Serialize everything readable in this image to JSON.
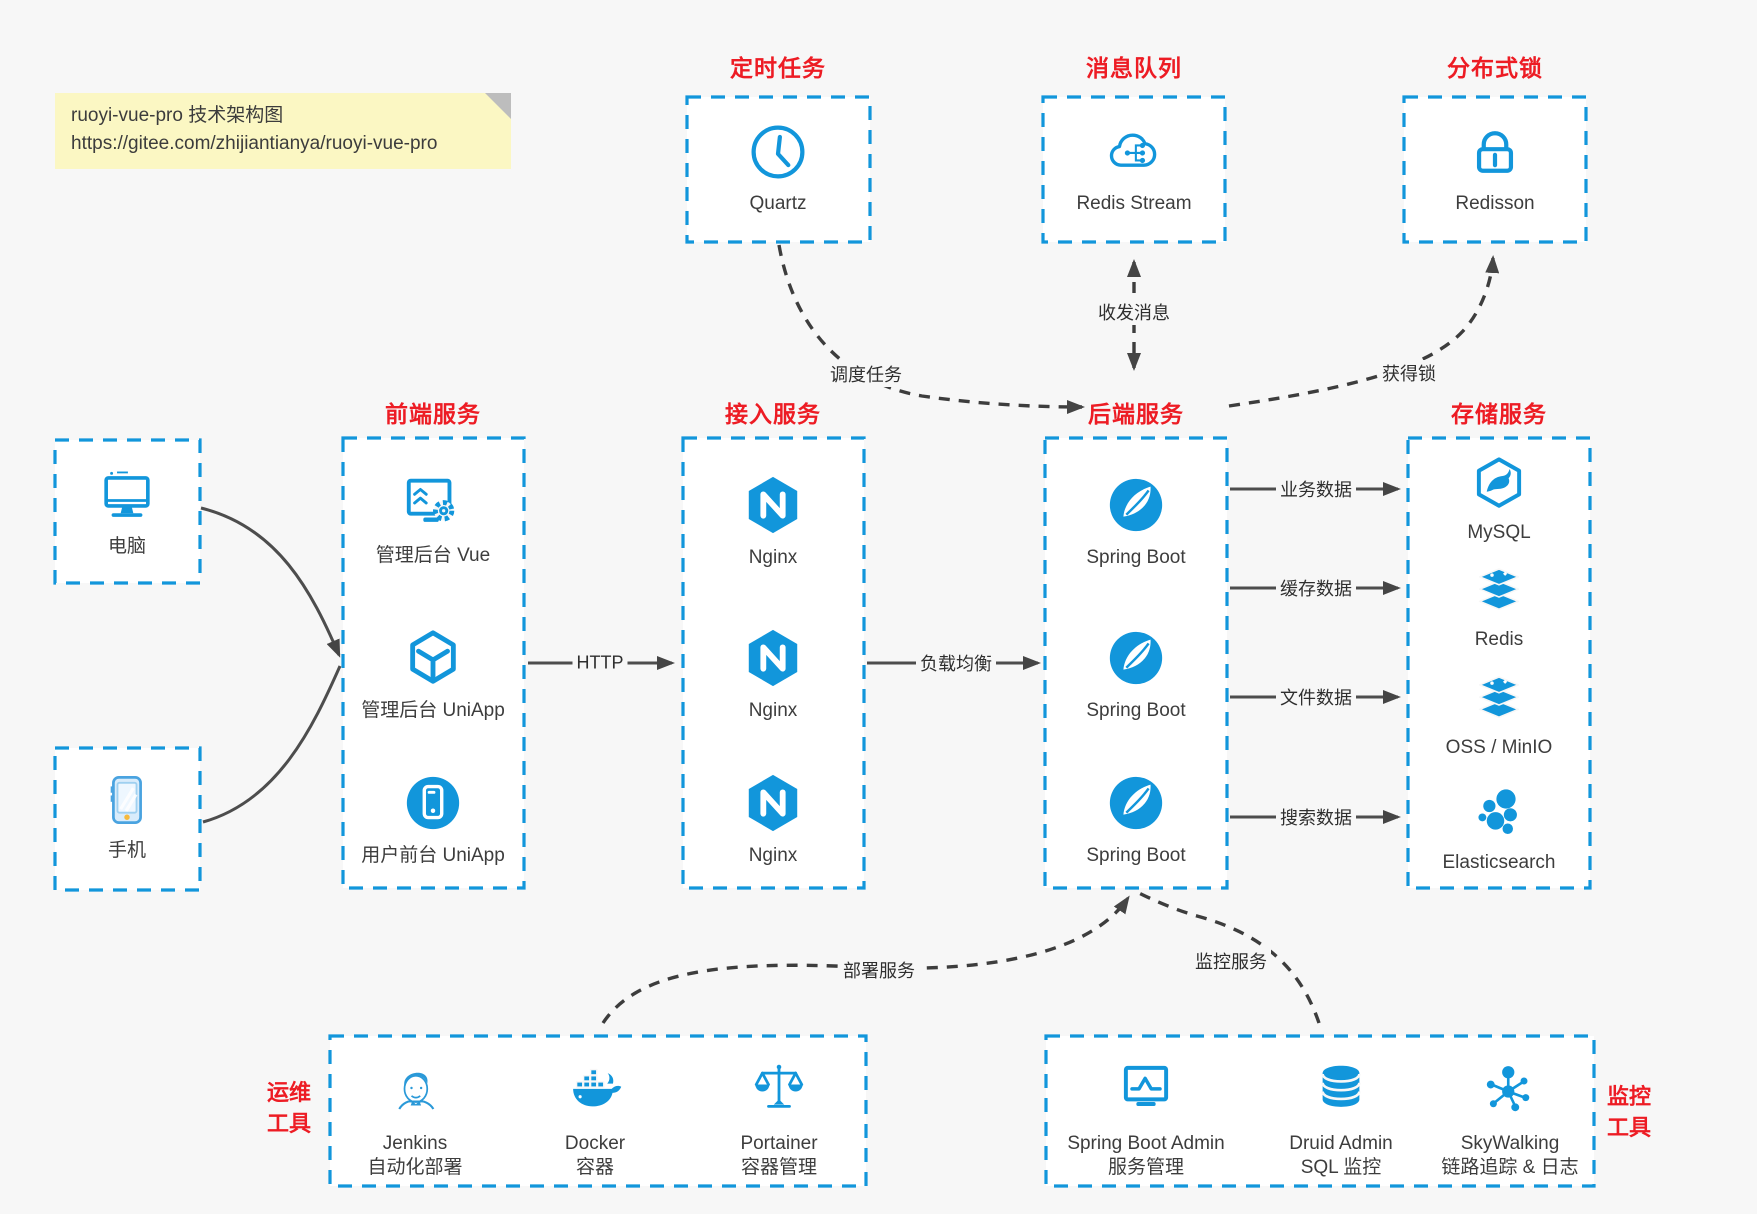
{
  "colors": {
    "accent_blue": "#1296db",
    "title_red": "#ed1c24",
    "arrow_gray": "#4a4a4a",
    "note_bg": "#fbf7c3"
  },
  "note": {
    "line1": "ruoyi-vue-pro 技术架构图",
    "line2": "https://gitee.com/zhijiantianya/ruoyi-vue-pro"
  },
  "top_groups": [
    {
      "title": "定时任务",
      "item": {
        "label": "Quartz",
        "icon": "clock-icon"
      }
    },
    {
      "title": "消息队列",
      "item": {
        "label": "Redis Stream",
        "icon": "cloud-stream-icon"
      }
    },
    {
      "title": "分布式锁",
      "item": {
        "label": "Redisson",
        "icon": "lock-icon"
      }
    }
  ],
  "clients": [
    {
      "label": "电脑",
      "icon": "desktop-icon"
    },
    {
      "label": "手机",
      "icon": "smartphone-icon"
    }
  ],
  "columns": [
    {
      "title": "前端服务",
      "items": [
        {
          "label": "管理后台 Vue"
        },
        {
          "label": "管理后台 UniApp"
        },
        {
          "label": "用户前台 UniApp"
        }
      ]
    },
    {
      "title": "接入服务",
      "items": [
        {
          "label": "Nginx"
        },
        {
          "label": "Nginx"
        },
        {
          "label": "Nginx"
        }
      ]
    },
    {
      "title": "后端服务",
      "items": [
        {
          "label": "Spring Boot"
        },
        {
          "label": "Spring Boot"
        },
        {
          "label": "Spring Boot"
        }
      ]
    },
    {
      "title": "存储服务",
      "items": [
        {
          "label": "MySQL"
        },
        {
          "label": "Redis"
        },
        {
          "label": "OSS / MinIO"
        },
        {
          "label": "Elasticsearch"
        }
      ]
    }
  ],
  "bottom_groups": [
    {
      "side_label_line1": "运维",
      "side_label_line2": "工具",
      "items": [
        {
          "line1": "Jenkins",
          "line2": "自动化部署"
        },
        {
          "line1": "Docker",
          "line2": "容器"
        },
        {
          "line1": "Portainer",
          "line2": "容器管理"
        }
      ]
    },
    {
      "side_label_line1": "监控",
      "side_label_line2": "工具",
      "items": [
        {
          "line1": "Spring Boot Admin",
          "line2": "服务管理"
        },
        {
          "line1": "Druid Admin",
          "line2": "SQL 监控"
        },
        {
          "line1": "SkyWalking",
          "line2": "链路追踪 & 日志"
        }
      ]
    }
  ],
  "edges": {
    "http": "HTTP",
    "load_balance": "负载均衡",
    "schedule_task": "调度任务",
    "send_receive_message": "收发消息",
    "acquire_lock": "获得锁",
    "business_data": "业务数据",
    "cache_data": "缓存数据",
    "file_data": "文件数据",
    "search_data": "搜索数据",
    "deploy_service": "部署服务",
    "monitor_service": "监控服务"
  }
}
